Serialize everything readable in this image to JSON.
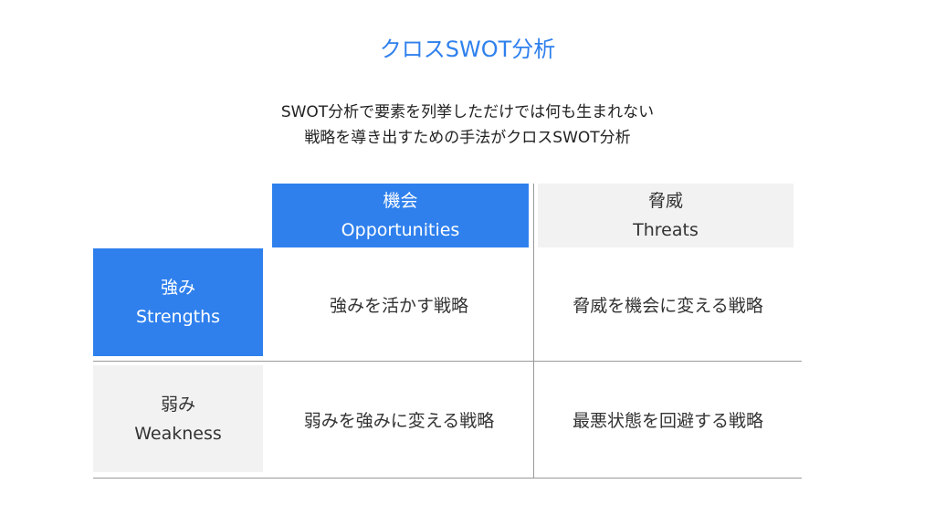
{
  "title": "クロスSWOT分析",
  "subtitle": [
    "SWOT分析で要素を列挙しただけでは何も生まれない",
    "戦略を導き出すための手法がクロスSWOT分析"
  ],
  "columns": [
    {
      "jp": "機会",
      "en": "Opportunities"
    },
    {
      "jp": "脅威",
      "en": "Threats"
    }
  ],
  "rows": [
    {
      "jp": "強み",
      "en": "Strengths",
      "cells": [
        "強みを活かす戦略",
        "脅威を機会に変える戦略"
      ]
    },
    {
      "jp": "弱み",
      "en": "Weakness",
      "cells": [
        "弱みを強みに変える戦略",
        "最悪状態を回避する戦略"
      ]
    }
  ],
  "colors": {
    "accent": "#2f80ed",
    "neutral": "#f2f2f2"
  }
}
